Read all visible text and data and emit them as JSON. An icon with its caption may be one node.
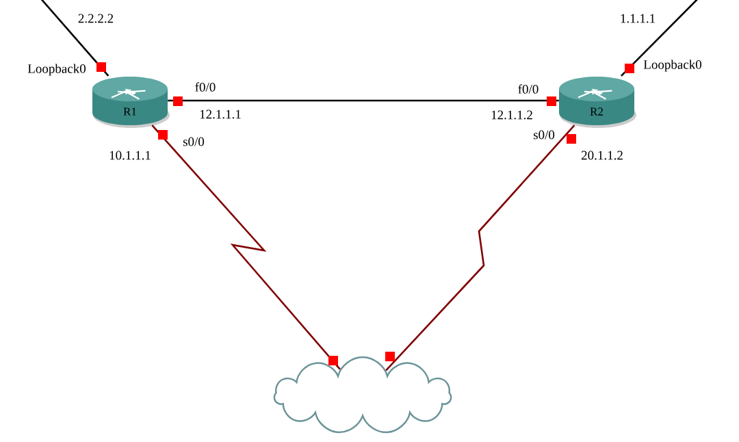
{
  "diagram": {
    "nodes": [
      {
        "text": [
          "R1"
        ]
      },
      {
        "text": [
          "R2"
        ]
      },
      {
        "text": [],
        "shape": "cloud"
      }
    ],
    "edges": [
      {
        "from": null,
        "to": 0,
        "arrow": "none"
      },
      {
        "from": 0,
        "to": 1,
        "arrow": "none"
      },
      {
        "from": 1,
        "to": null,
        "arrow": "none"
      },
      {
        "from": 0,
        "to": 2,
        "arrow": "none",
        "color": "#800000"
      },
      {
        "from": 1,
        "to": 2,
        "arrow": "none",
        "color": "#800000"
      }
    ],
    "labels": [
      "2.2.2.2",
      "1.1.1.1",
      "Loopback0",
      "Loopback0",
      "f0/0",
      "f0/0",
      "12.1.1.1",
      "12.1.1.2",
      "s0/0",
      "s0/0",
      "10.1.1.1",
      "20.1.1.2"
    ]
  }
}
